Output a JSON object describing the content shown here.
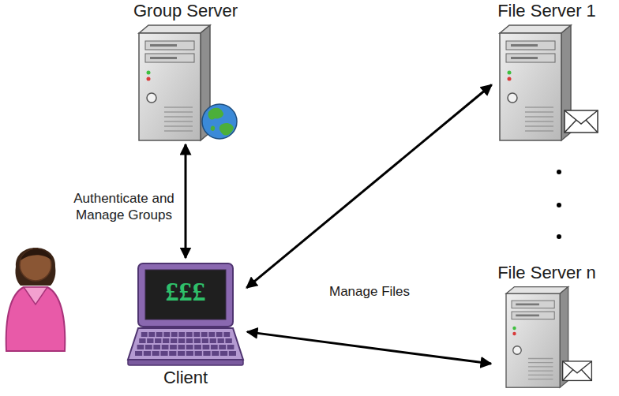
{
  "diagram": {
    "nodes": [
      {
        "text": [
          "Group Server"
        ]
      },
      {
        "text": [
          "File Server 1"
        ]
      },
      {
        "text": [
          "File Server n"
        ]
      },
      {
        "text": [
          "Client"
        ]
      }
    ],
    "edges": [
      {
        "from": 3,
        "to": 0,
        "arrow": "both",
        "label": "Authenticate and Manage Groups"
      },
      {
        "from": 3,
        "to": 1,
        "arrow": "both"
      },
      {
        "from": 3,
        "to": 2,
        "arrow": "both",
        "label": "Manage Files"
      }
    ],
    "labels": [
      "£££"
    ]
  }
}
